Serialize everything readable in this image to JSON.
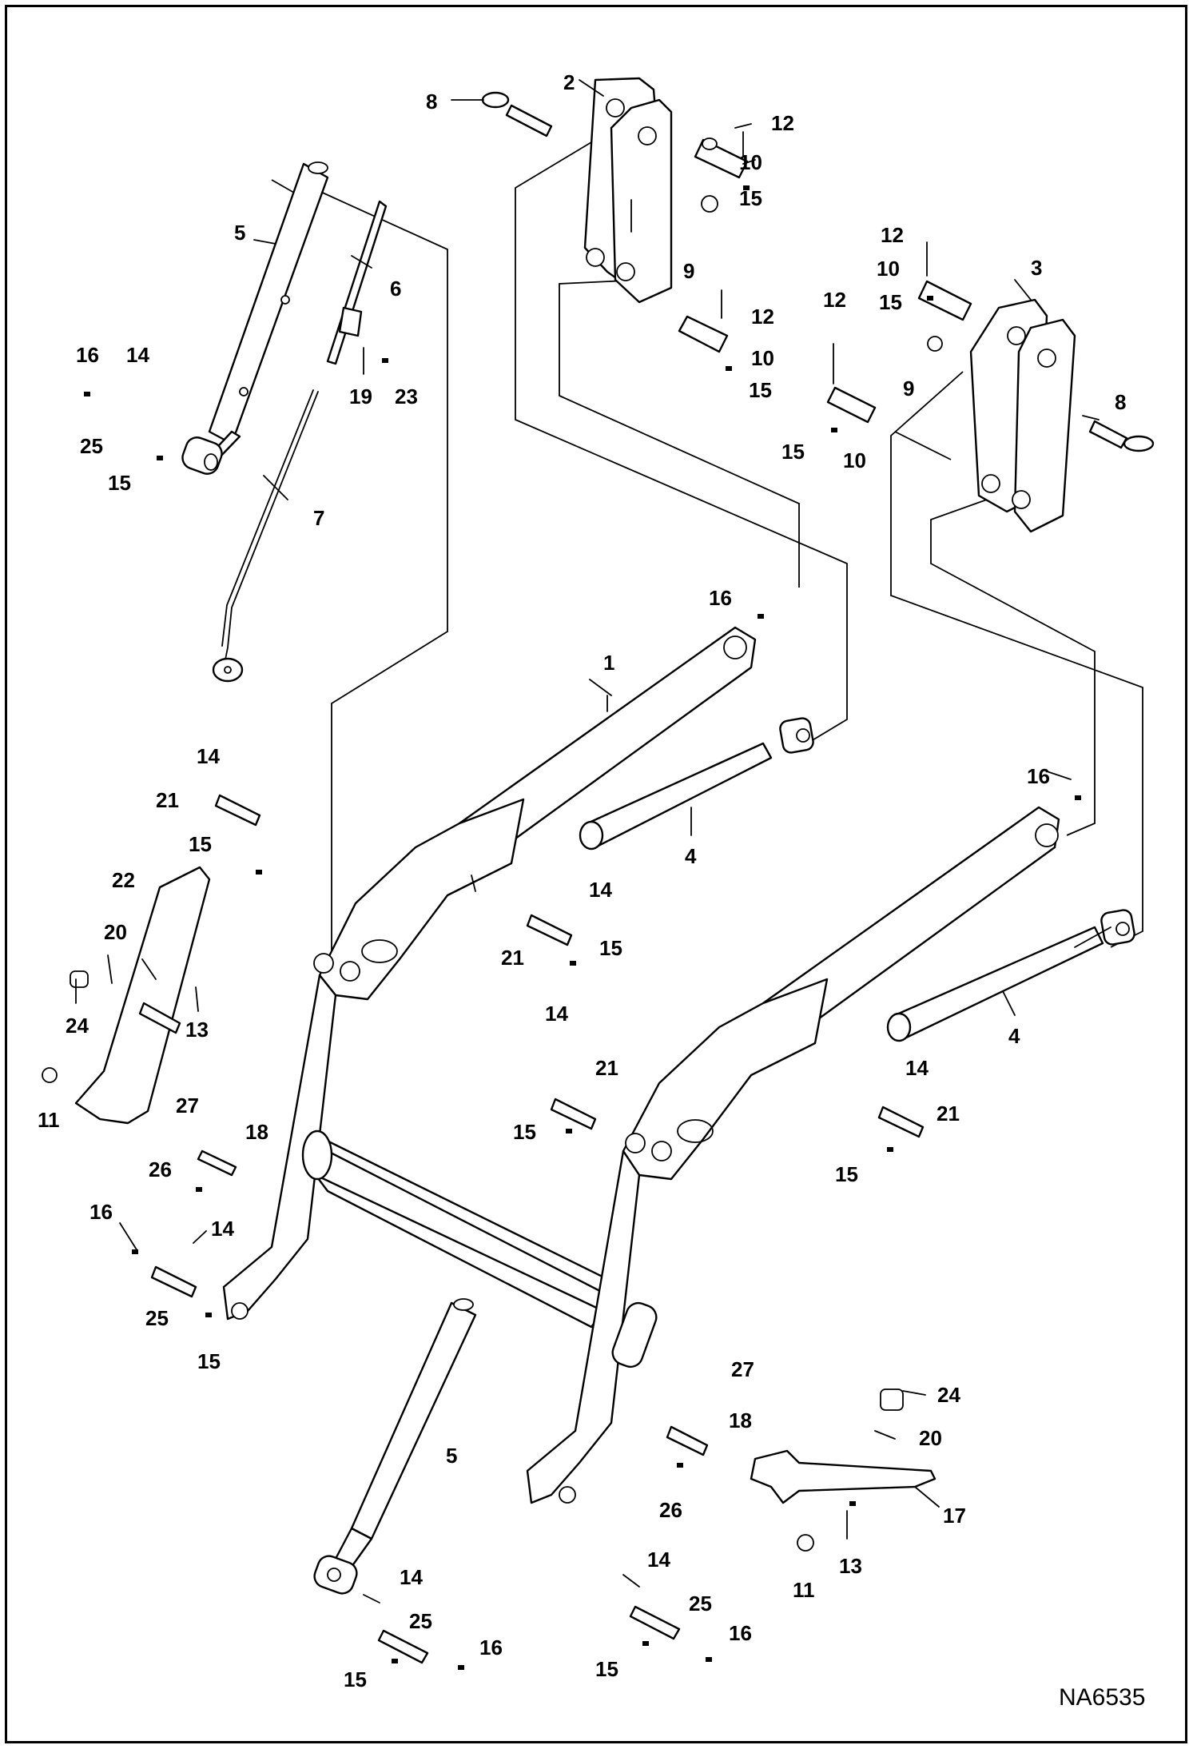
{
  "figure_code": "NA6535",
  "callouts": {
    "c1": "1",
    "c2": "2",
    "c3": "3",
    "c4a": "4",
    "c4b": "4",
    "c5a": "5",
    "c5b": "5",
    "c6": "6",
    "c7": "7",
    "c8a": "8",
    "c8b": "8",
    "c9a": "9",
    "c9b": "9",
    "c10a": "10",
    "c10b": "10",
    "c10c": "10",
    "c10d": "10",
    "c11a": "11",
    "c11b": "11",
    "c12a": "12",
    "c12b": "12",
    "c12c": "12",
    "c12d": "12",
    "c13a": "13",
    "c13b": "13",
    "c14a": "14",
    "c14b": "14",
    "c14c": "14",
    "c14d": "14",
    "c14e": "14",
    "c14f": "14",
    "c14g": "14",
    "c14h": "14",
    "c15a": "15",
    "c15b": "15",
    "c15c": "15",
    "c15d": "15",
    "c15e": "15",
    "c15f": "15",
    "c15g": "15",
    "c15h": "15",
    "c15i": "15",
    "c15j": "15",
    "c15k": "15",
    "c15l": "15",
    "c16a": "16",
    "c16b": "16",
    "c16c": "16",
    "c16d": "16",
    "c16e": "16",
    "c16f": "16",
    "c17": "17",
    "c18a": "18",
    "c18b": "18",
    "c19": "19",
    "c20a": "20",
    "c20b": "20",
    "c21a": "21",
    "c21b": "21",
    "c21c": "21",
    "c21d": "21",
    "c22": "22",
    "c23": "23",
    "c24a": "24",
    "c24b": "24",
    "c25a": "25",
    "c25b": "25",
    "c25c": "25",
    "c25d": "25",
    "c26a": "26",
    "c26b": "26",
    "c27a": "27",
    "c27b": "27"
  }
}
